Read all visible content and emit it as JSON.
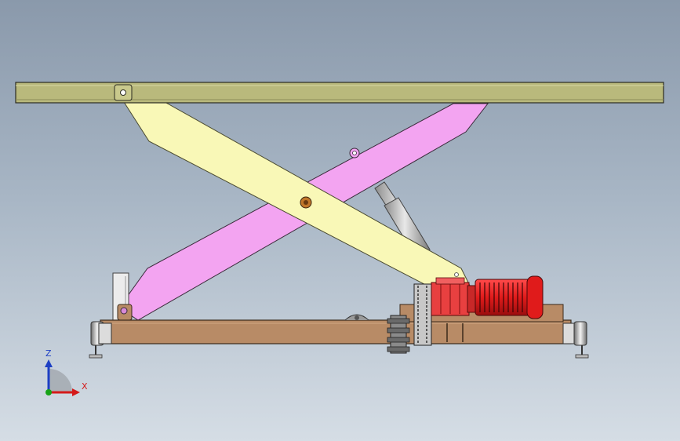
{
  "triad": {
    "z_label": "Z",
    "x_label": "X",
    "z_color": "#1d3fc4",
    "x_color": "#d41a1a",
    "y_color": "#17a317"
  },
  "colors": {
    "platform": "#b9b97c",
    "arm_front": "#f9f8b7",
    "arm_back": "#f3a4f1",
    "base_frame": "#b88b66",
    "motor": "#e01b1b",
    "cylinder": "#b5b5b5"
  },
  "components": {
    "platform": "top-platform",
    "arm_front": "scissor-arm-front",
    "arm_back": "scissor-arm-back",
    "cylinder": "hydraulic-cylinder",
    "motor": "electric-motor",
    "gearbox": "gearbox",
    "base": "base-frame",
    "wheels": "caster-wheels",
    "center_pin": "center-pivot-pin"
  }
}
